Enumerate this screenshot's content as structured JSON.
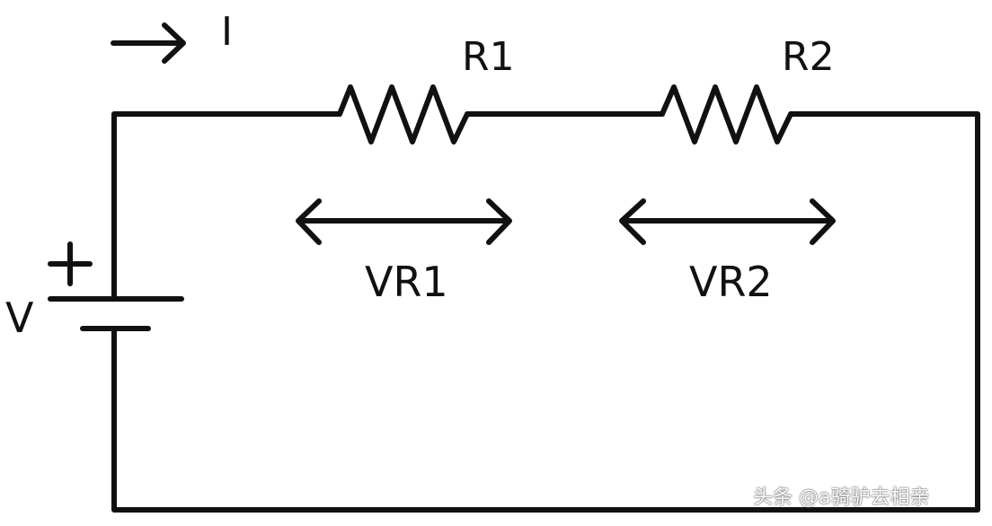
{
  "labels": {
    "current": "I",
    "r1": "R1",
    "r2": "R2",
    "vr1": "VR1",
    "vr2": "VR2",
    "source": "V",
    "plus": "+"
  },
  "watermark": "头条 @a骑驴去相亲",
  "colors": {
    "wire": "#111111",
    "background": "#ffffff"
  }
}
